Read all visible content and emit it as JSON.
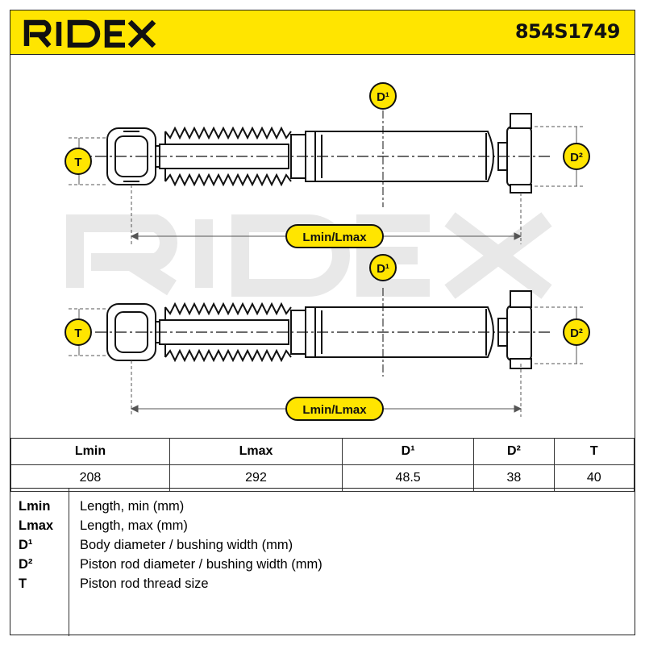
{
  "header": {
    "brand": "RIDEX",
    "part_number": "854S1749",
    "background_color": "#ffe500"
  },
  "drawing": {
    "watermark": "RIDEX",
    "label_d1": "D¹",
    "label_d2": "D²",
    "label_t": "T",
    "label_length": "Lmin/Lmax",
    "marker_color": "#ffe500"
  },
  "specs": {
    "headers": [
      "Lmin",
      "Lmax",
      "D¹",
      "D²",
      "T"
    ],
    "values": [
      "208",
      "292",
      "48.5",
      "38",
      "40"
    ]
  },
  "legend": [
    {
      "abbr": "Lmin",
      "desc": "Length, min (mm)"
    },
    {
      "abbr": "Lmax",
      "desc": "Length, max (mm)"
    },
    {
      "abbr": "D¹",
      "desc": "Body diameter / bushing width (mm)"
    },
    {
      "abbr": "D²",
      "desc": "Piston rod diameter / bushing width (mm)"
    },
    {
      "abbr": "T",
      "desc": "Piston rod thread size"
    }
  ]
}
